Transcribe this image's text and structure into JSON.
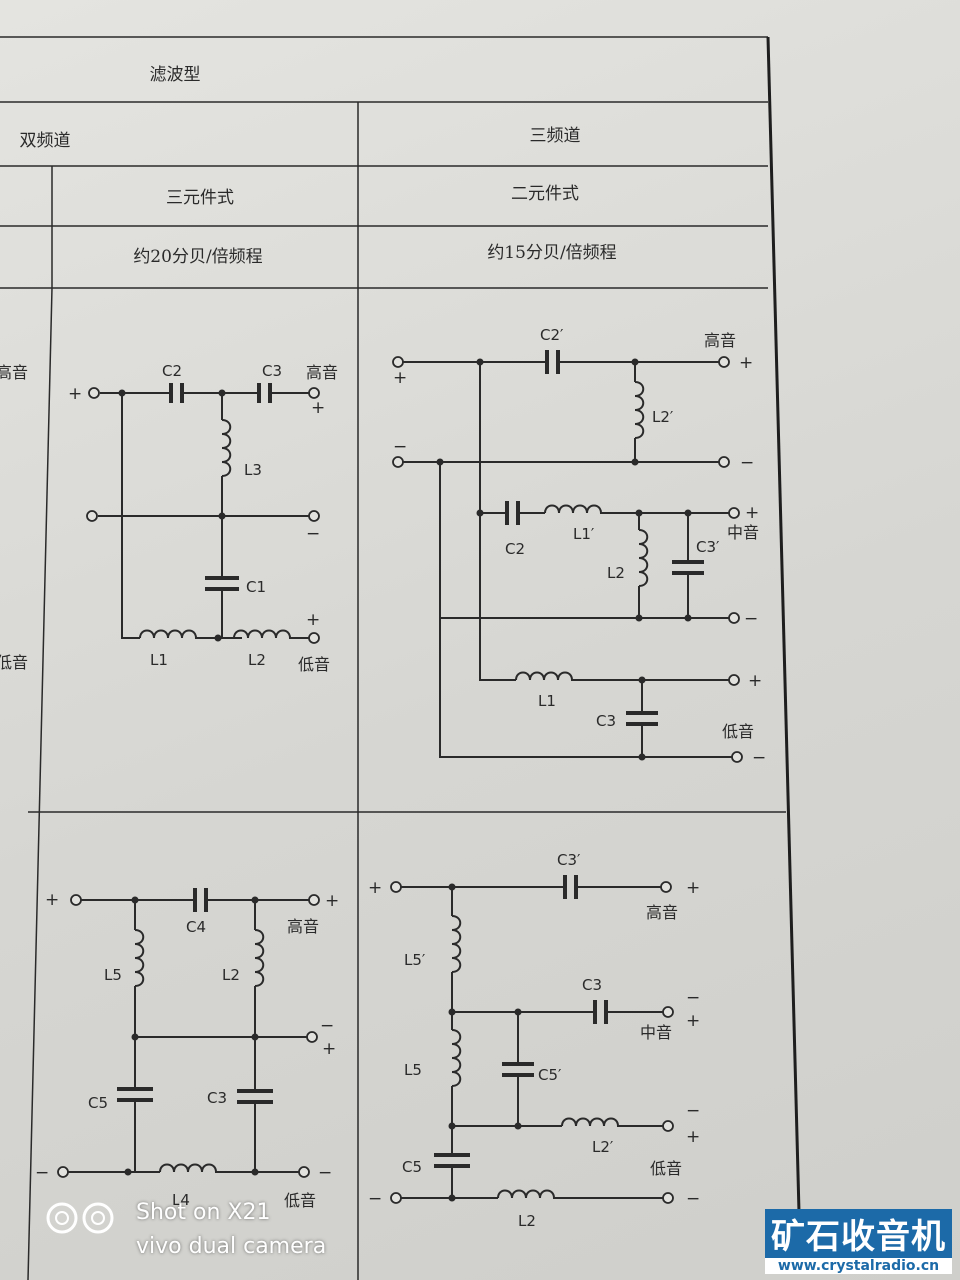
{
  "table": {
    "header_top": "滤波型",
    "two_band": "双频道",
    "three_band": "三频道",
    "three_element": "三元件式",
    "two_element": "二元件式",
    "slope_20": "约20分贝/倍频程",
    "slope_15": "约15分贝/倍频程"
  },
  "labels": {
    "high": "高音",
    "mid": "中音",
    "low": "低音",
    "plus": "+",
    "minus": "−"
  },
  "c1": {
    "C2": "C2",
    "C3": "C3",
    "L3": "L3",
    "C1": "C1",
    "L1": "L1",
    "L2": "L2"
  },
  "c2": {
    "C2p": "C2′",
    "L2p": "L2′",
    "C2": "C2",
    "L1p": "L1′",
    "C3p": "C3′",
    "L2": "L2",
    "L1": "L1",
    "C3": "C3"
  },
  "c3": {
    "C4": "C4",
    "L5": "L5",
    "L2": "L2",
    "C5": "C5",
    "C3": "C3",
    "L4": "L4"
  },
  "c4": {
    "C3p": "C3′",
    "L5p": "L5′",
    "C3": "C3",
    "L5": "L5",
    "C5p": "C5′",
    "L2p": "L2′",
    "C5": "C5",
    "L2": "L2"
  },
  "watermark": {
    "line1": "Shot on X21",
    "line2": "vivo dual camera"
  },
  "brand": {
    "name": "矿石收音机",
    "url": "www.crystalradio.cn"
  }
}
